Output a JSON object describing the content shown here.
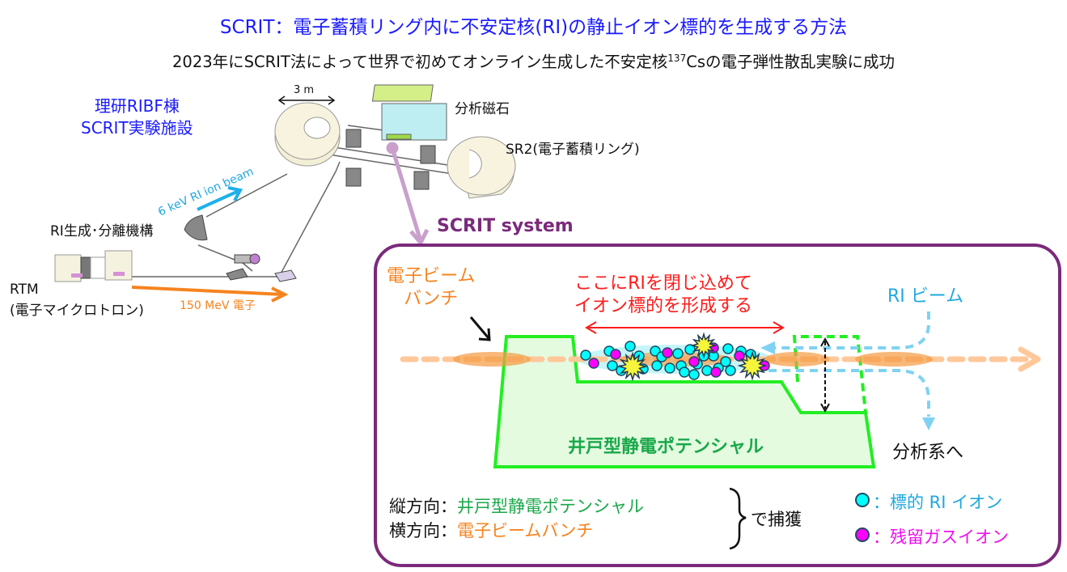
{
  "header": {
    "title": "SCRIT：電子蓄積リング内に不安定核(RI)の静止イオン標的を生成する方法",
    "subtitle_pre": "2023年にSCRIT法によって世界で初めてオンライン生成した不安定核",
    "subtitle_sup": "137",
    "subtitle_post": "Csの電子弾性散乱実験に成功"
  },
  "facility": {
    "line1": "理研RIBF棟",
    "line2": "SCRIT実験施設"
  },
  "layout_labels": {
    "scale": "3 m",
    "analysis_magnet": "分析磁石",
    "sr2": "SR2(電子蓄積リング)",
    "ri_beam": "6 keV RI ion beam",
    "ri_production": "RI生成･分離機構",
    "rtm": "RTM",
    "rtm_sub": "(電子マイクロトロン)",
    "electron_beam": "150 MeV 電子"
  },
  "scrit_system": {
    "heading": "SCRIT system",
    "bunch_line1": "電子ビーム",
    "bunch_line2": "バンチ",
    "target_line1": "ここにRIを閉じ込めて",
    "target_line2": "イオン標的を形成する",
    "ri_beam": "RI ビーム",
    "potential": "井戸型静電ポテンシャル",
    "to_analysis": "分析系へ",
    "vertical_label": "縦方向：",
    "vertical_value": "井戸型静電ポテンシャル",
    "horizontal_label": "横方向：",
    "horizontal_value": "電子ビームバンチ",
    "captured": "で捕獲",
    "legend": [
      {
        "symbol": "cyan-circle",
        "color": "#00ffff",
        "label": "：標的 RI イオン"
      },
      {
        "symbol": "magenta-circle",
        "color": "#ff00ff",
        "label": "：残留ガスイオン"
      }
    ]
  },
  "colors": {
    "title_blue": "#1a1aff",
    "panel_purple": "#7b2a7b",
    "potential_green": "#22ee22",
    "electron_orange": "#f5841f",
    "ri_sky": "#1fa8e0",
    "highlight_red": "#ff1a1a"
  }
}
